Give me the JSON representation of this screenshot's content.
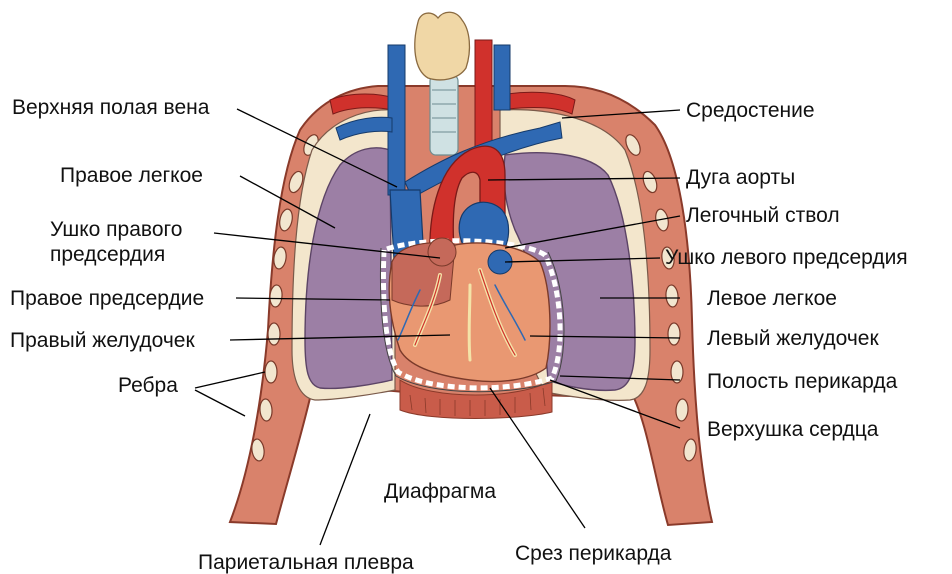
{
  "labels": {
    "svc": "Верхняя полая вена",
    "right_lung": "Правое легкое",
    "right_auricle_1": "Ушко правого",
    "right_auricle_2": "предсердия",
    "right_atrium": "Правое предсердие",
    "right_ventricle": "Правый желудочек",
    "ribs": "Ребра",
    "mediastinum": "Средостение",
    "aortic_arch": "Дуга аорты",
    "pulmonary_trunk": "Легочный ствол",
    "left_auricle": "Ушко левого предсердия",
    "left_lung": "Левое легкое",
    "left_ventricle": "Левый желудочек",
    "pericardial_cavity": "Полость перикарда",
    "apex": "Верхушка сердца",
    "diaphragm": "Диафрагма",
    "parietal_pleura": "Париетальная плевра",
    "pericardium_cut": "Срез перикарда"
  },
  "colors": {
    "tissue": "#d9826b",
    "pleura": "#f3e6cc",
    "lung": "#9c7fa5",
    "heart": "#e99872",
    "artery": "#d0312c",
    "vein": "#2f69b3",
    "trachea": "#cfe1e3",
    "thyroid": "#f0d7a6"
  }
}
